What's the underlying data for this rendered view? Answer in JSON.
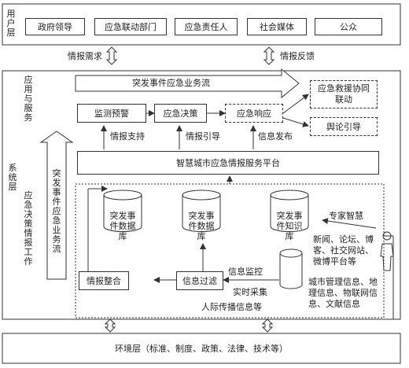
{
  "user_layer": {
    "label": "用户层",
    "items": [
      "政府领导",
      "应急联动部门",
      "应急责任人",
      "社会媒体",
      "公众"
    ]
  },
  "interface_top": {
    "left": "情报需求",
    "right": "情报反馈"
  },
  "system_layer": {
    "label": "系统层",
    "app_label": "应用与服务",
    "left_vertical": "应急决策情报工作",
    "flow_vertical": "突发事件应急业务流",
    "flow_horizontal": "突发事件应急业务流",
    "modules": [
      "监测预警",
      "应急决策",
      "应急响应"
    ],
    "outputs": [
      "应急救援协同联动",
      "舆论引导"
    ],
    "arrow_labels": [
      "情报支持",
      "情报引导",
      "信息发布"
    ],
    "platform": "智慧城市应急情报服务平台",
    "databases": [
      "突发事件数据库",
      "突发事件数据库",
      "突发事件知识库"
    ],
    "expert": "专家智慧",
    "processing": [
      "情报整合",
      "信息过滤"
    ],
    "collection_labels": [
      "信息监控",
      "实时采集",
      "人际传播信息等"
    ],
    "sources": [
      "新闻、论坛、博客、社交网站、微博平台等",
      "城市管理信息、地理信息、物联网信息、文献信息"
    ]
  },
  "environment_layer": {
    "label": "环境层（标准、制度、政策、法律、技术等）"
  }
}
